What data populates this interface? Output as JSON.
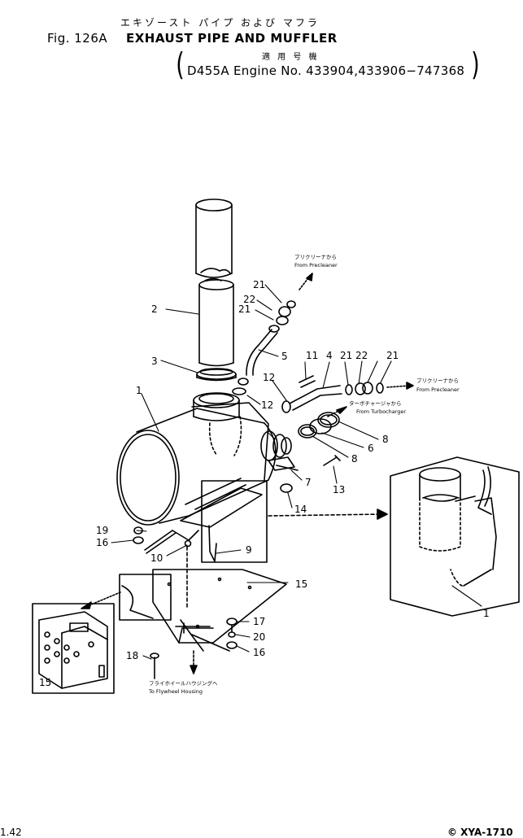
{
  "header": {
    "title_jp": "エキゾースト パイプ および マフラ",
    "fig_no": "Fig. 126A",
    "title_en": "EXHAUST PIPE AND MUFFLER",
    "applicability_jp": "適 用 号 機",
    "applicability_en": "D455A Engine No. 433904,433906−747368"
  },
  "callouts": [
    "1",
    "2",
    "3",
    "4",
    "5",
    "6",
    "7",
    "8",
    "8",
    "9",
    "10",
    "11",
    "12",
    "12",
    "13",
    "14",
    "15",
    "15",
    "16",
    "16",
    "17",
    "18",
    "19",
    "20",
    "21",
    "21",
    "21",
    "21",
    "22",
    "22",
    "1"
  ],
  "notes": {
    "from_precleaner_jp_1": "プリクリーナから",
    "from_precleaner_en_1": "From Precleaner",
    "from_precleaner_jp_2": "プリクリーナから",
    "from_precleaner_en_2": "From Precleaner",
    "from_turbo_jp": "ターボチャージャから",
    "from_turbo_en": "From Turbocharger",
    "to_flywheel_jp": "フライホイールハウジングへ",
    "to_flywheel_en": "To Flywheel Housing"
  },
  "footer": {
    "page_no": "1.42",
    "code": "© XYA-1710"
  }
}
